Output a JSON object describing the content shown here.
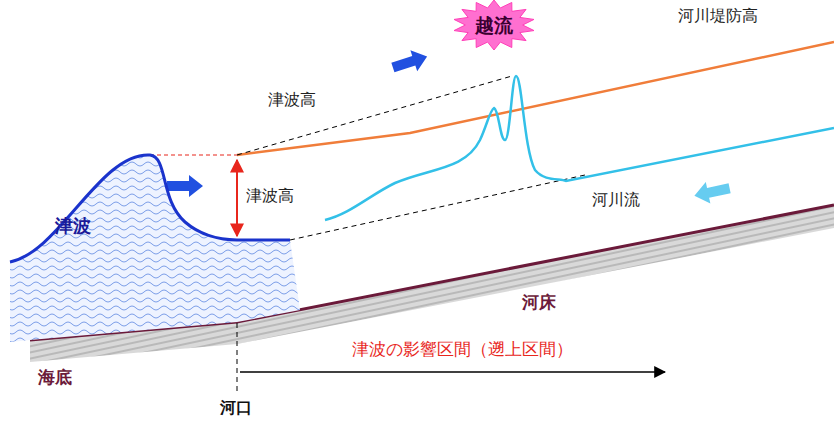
{
  "diagram": {
    "nodes": [
      {
        "text": [
          "津波"
        ]
      },
      {
        "text": [
          "越流"
        ]
      }
    ],
    "labels": [
      "河川堤防高",
      "津波高",
      "津波高",
      "河川流",
      "河床",
      "海底",
      "津波の影響区間（遡上区間）",
      "河口"
    ]
  }
}
